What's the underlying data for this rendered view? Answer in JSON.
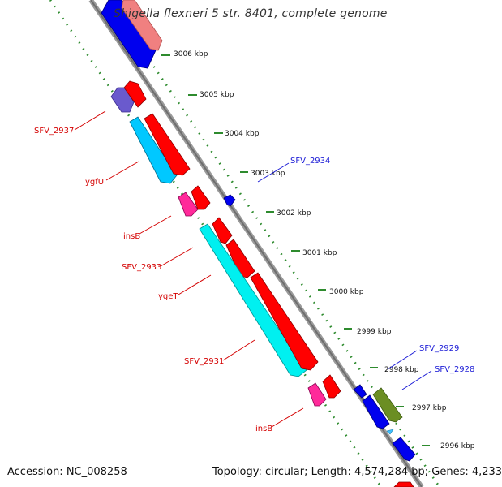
{
  "title": "Shigella flexneri 5 str. 8401, complete genome",
  "footer": {
    "accession": "Accession: NC_008258",
    "topology": "Topology: circular; Length: 4,574,284 bp; Genes: 4,233"
  },
  "colors": {
    "backbone": "#808080",
    "tick_dots": "#2e8b2e",
    "label_red": "#d40000",
    "label_blue": "#1a1ad6",
    "gene_red": "#ff0000",
    "gene_blue": "#0000ee",
    "gene_cyan": "#00e0ff",
    "gene_magenta": "#ff2a9a",
    "gene_violet": "#6a5acd",
    "gene_olive": "#6b8e23",
    "gene_pink": "#f08080"
  },
  "ticks": [
    "3006 kbp",
    "3005 kbp",
    "3004 kbp",
    "3003 kbp",
    "3002 kbp",
    "3001 kbp",
    "3000 kbp",
    "2999 kbp",
    "2998 kbp",
    "2997 kbp",
    "2996 kbp"
  ],
  "gene_labels": {
    "sfv_2937": "SFV_2937",
    "ygfU": "ygfU",
    "insB_1": "insB",
    "sfv_2933": "SFV_2933",
    "ygeT": "ygeT",
    "sfv_2931": "SFV_2931",
    "insB_2": "insB",
    "sfv_2934": "SFV_2934",
    "sfv_2929": "SFV_2929",
    "sfv_2928": "SFV_2928"
  }
}
